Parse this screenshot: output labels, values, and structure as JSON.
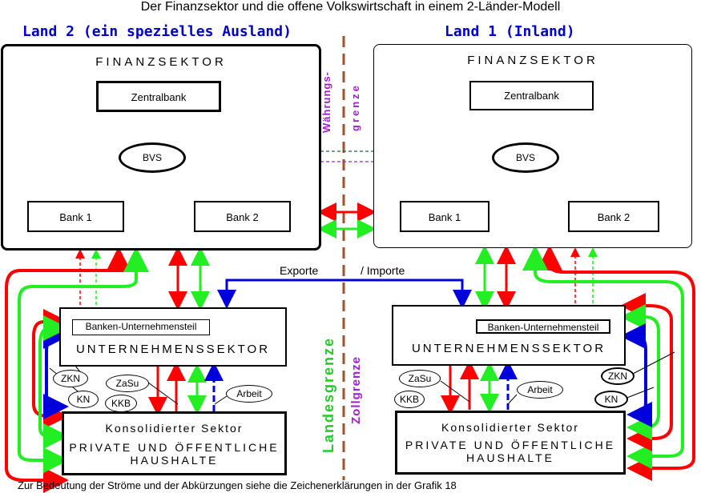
{
  "title": "Der Finanzsektor und die offene Volkswirtschaft in einem 2-Länder-Modell",
  "land_left": "Land 2 (ein spezielles Ausland)",
  "land_right": "Land 1   (Inland)",
  "finanzsektor": "FINANZSEKTOR",
  "zentralbank": "Zentralbank",
  "bvs": "BVS",
  "bank1": "Bank 1",
  "bank2": "Bank 2",
  "banken_unternehmensteil": "Banken-Unternehmensteil",
  "unternehmenssektor": "UNTERNEHMENSSEKTOR",
  "konsolidierter": "Konsolidierter Sektor",
  "private_1": "PRIVATE UND ÖFFENTLICHE",
  "private_2": "HAUSHALTE",
  "zkn": "ZKN",
  "kn": "KN",
  "zasu": "ZaSu",
  "kkb": "KKB",
  "arbeit": "Arbeit",
  "exporte": "Exporte",
  "importe": "/ Importe",
  "waehrungs": "Währungs-",
  "grenze": "grenze",
  "landesgrenze": "Landesgrenze",
  "zollgrenze": "Zollgrenze",
  "footnote": "Zur Bedeutung der Ströme und der Abkürzungen siehe die Zeichenerklärungen in der Grafik 18",
  "colors": {
    "red": "#ff0000",
    "green": "#22ee22",
    "blue": "#0000dd",
    "darkgreen": "#1a6a3a",
    "purple": "#a020d0",
    "brown": "#a0522d",
    "land_blue": "#0000cc"
  }
}
